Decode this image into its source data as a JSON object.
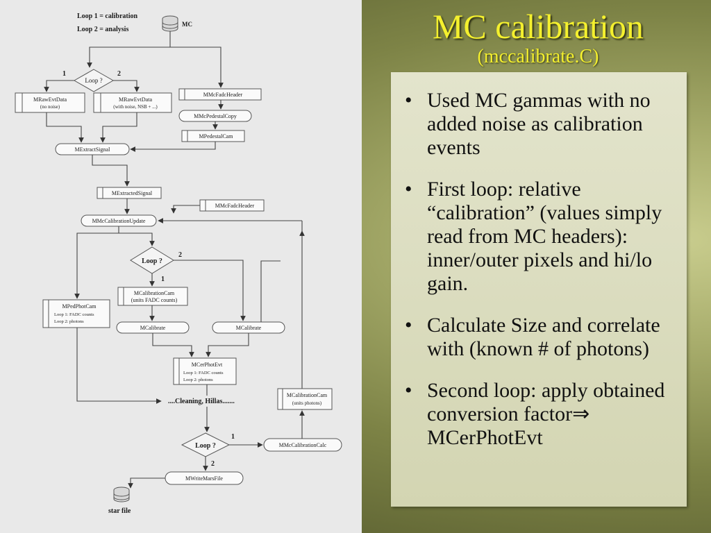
{
  "slide": {
    "title": "MC calibration",
    "subtitle": "(mccalibrate.C)",
    "bullets": [
      "Used MC gammas with no added noise as calibration events",
      "First loop: relative “calibration”  (values simply read from MC headers): inner/outer pixels and hi/lo gain.",
      "Calculate Size and correlate with (known # of photons)",
      "Second loop: apply obtained conversion factor⇒ MCerPhotEvt"
    ]
  },
  "diagram": {
    "legend": [
      "Loop 1 = calibration",
      "Loop 2 = analysis"
    ],
    "mc_source": "MC",
    "loop_label": "Loop ?",
    "branch_1": "1",
    "branch_2": "2",
    "raw_noiseless": [
      "MRawEvtData",
      "(no noise)"
    ],
    "raw_noisy": [
      "MRawEvtData",
      "(with noise, NSB + ...)"
    ],
    "fadc_header_top": "MMcFadcHeader",
    "pedestal_copy": "MMcPedestalCopy",
    "pedestal_cam": "MPedestalCam",
    "extract_signal": "MExtractSignal",
    "extracted_signal": "MExtractedSignal",
    "fadc_header_mid": "MMcFadcHeader",
    "calibration_update": "MMcCalibrationUpdate",
    "calibration_cam_fadc": [
      "MCalibrationCam",
      "(units FADC counts)"
    ],
    "ped_phot_cam": [
      "MPedPhotCam",
      "Loop 1: FADC counts",
      "Loop 2: photons"
    ],
    "calibrate_left": "MCalibrate",
    "calibrate_right": "MCalibrate",
    "cer_phot_evt": [
      "MCerPhotEvt",
      "Loop 1: FADC counts",
      "Loop 2: photons"
    ],
    "calibration_cam_photons": [
      "MCalibrationCam",
      "(units photons)"
    ],
    "cleaning": "....Cleaning, Hillas.......",
    "calibration_calc": "MMcCalibrationCalc",
    "write_mars": "MWriteMarsFile",
    "output": "star file"
  }
}
